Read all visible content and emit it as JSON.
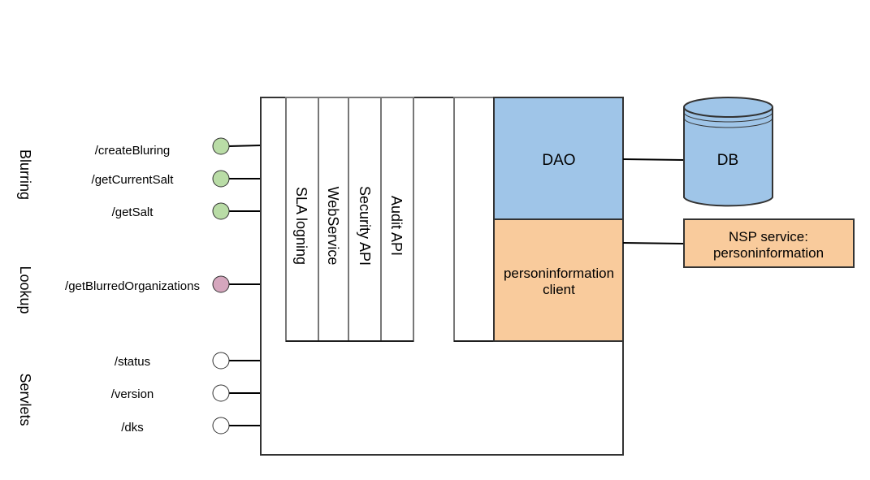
{
  "groups": [
    {
      "label": "Blurring",
      "endpoints": [
        {
          "path": "/createBluring",
          "color": "#b9dca6"
        },
        {
          "path": "/getCurrentSalt",
          "color": "#b9dca6"
        },
        {
          "path": "/getSalt",
          "color": "#b9dca6"
        }
      ]
    },
    {
      "label": "Lookup",
      "endpoints": [
        {
          "path": "/getBlurredOrganizations",
          "color": "#d5a6bd"
        }
      ]
    },
    {
      "label": "Servlets",
      "endpoints": [
        {
          "path": "/status",
          "color": "#ffffff"
        },
        {
          "path": "/version",
          "color": "#ffffff"
        },
        {
          "path": "/dks",
          "color": "#ffffff"
        }
      ]
    }
  ],
  "layers": [
    "SLA logning",
    "WebService",
    "Security API",
    "Audit API"
  ],
  "dao": {
    "label": "DAO",
    "color": "#9fc5e8"
  },
  "client": {
    "line1": "personinformation",
    "line2": "client",
    "color": "#f9cb9c"
  },
  "db": {
    "label": "DB",
    "color": "#9fc5e8"
  },
  "nsp": {
    "line1": "NSP service:",
    "line2": "personinformation",
    "color": "#f9cb9c"
  }
}
